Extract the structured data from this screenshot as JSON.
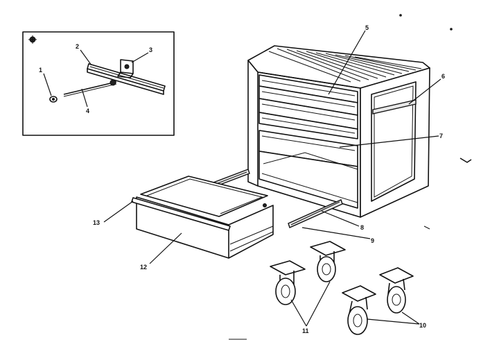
{
  "callouts": [
    {
      "id": "c1",
      "label": "1"
    },
    {
      "id": "c2",
      "label": "2"
    },
    {
      "id": "c3",
      "label": "3"
    },
    {
      "id": "c4",
      "label": "4"
    },
    {
      "id": "c5",
      "label": "5"
    },
    {
      "id": "c6",
      "label": "6"
    },
    {
      "id": "c7",
      "label": "7"
    },
    {
      "id": "c8",
      "label": "8"
    },
    {
      "id": "c9",
      "label": "9"
    },
    {
      "id": "c10",
      "label": "10"
    },
    {
      "id": "c11",
      "label": "11"
    },
    {
      "id": "c12",
      "label": "12"
    },
    {
      "id": "c13",
      "label": "13"
    }
  ]
}
